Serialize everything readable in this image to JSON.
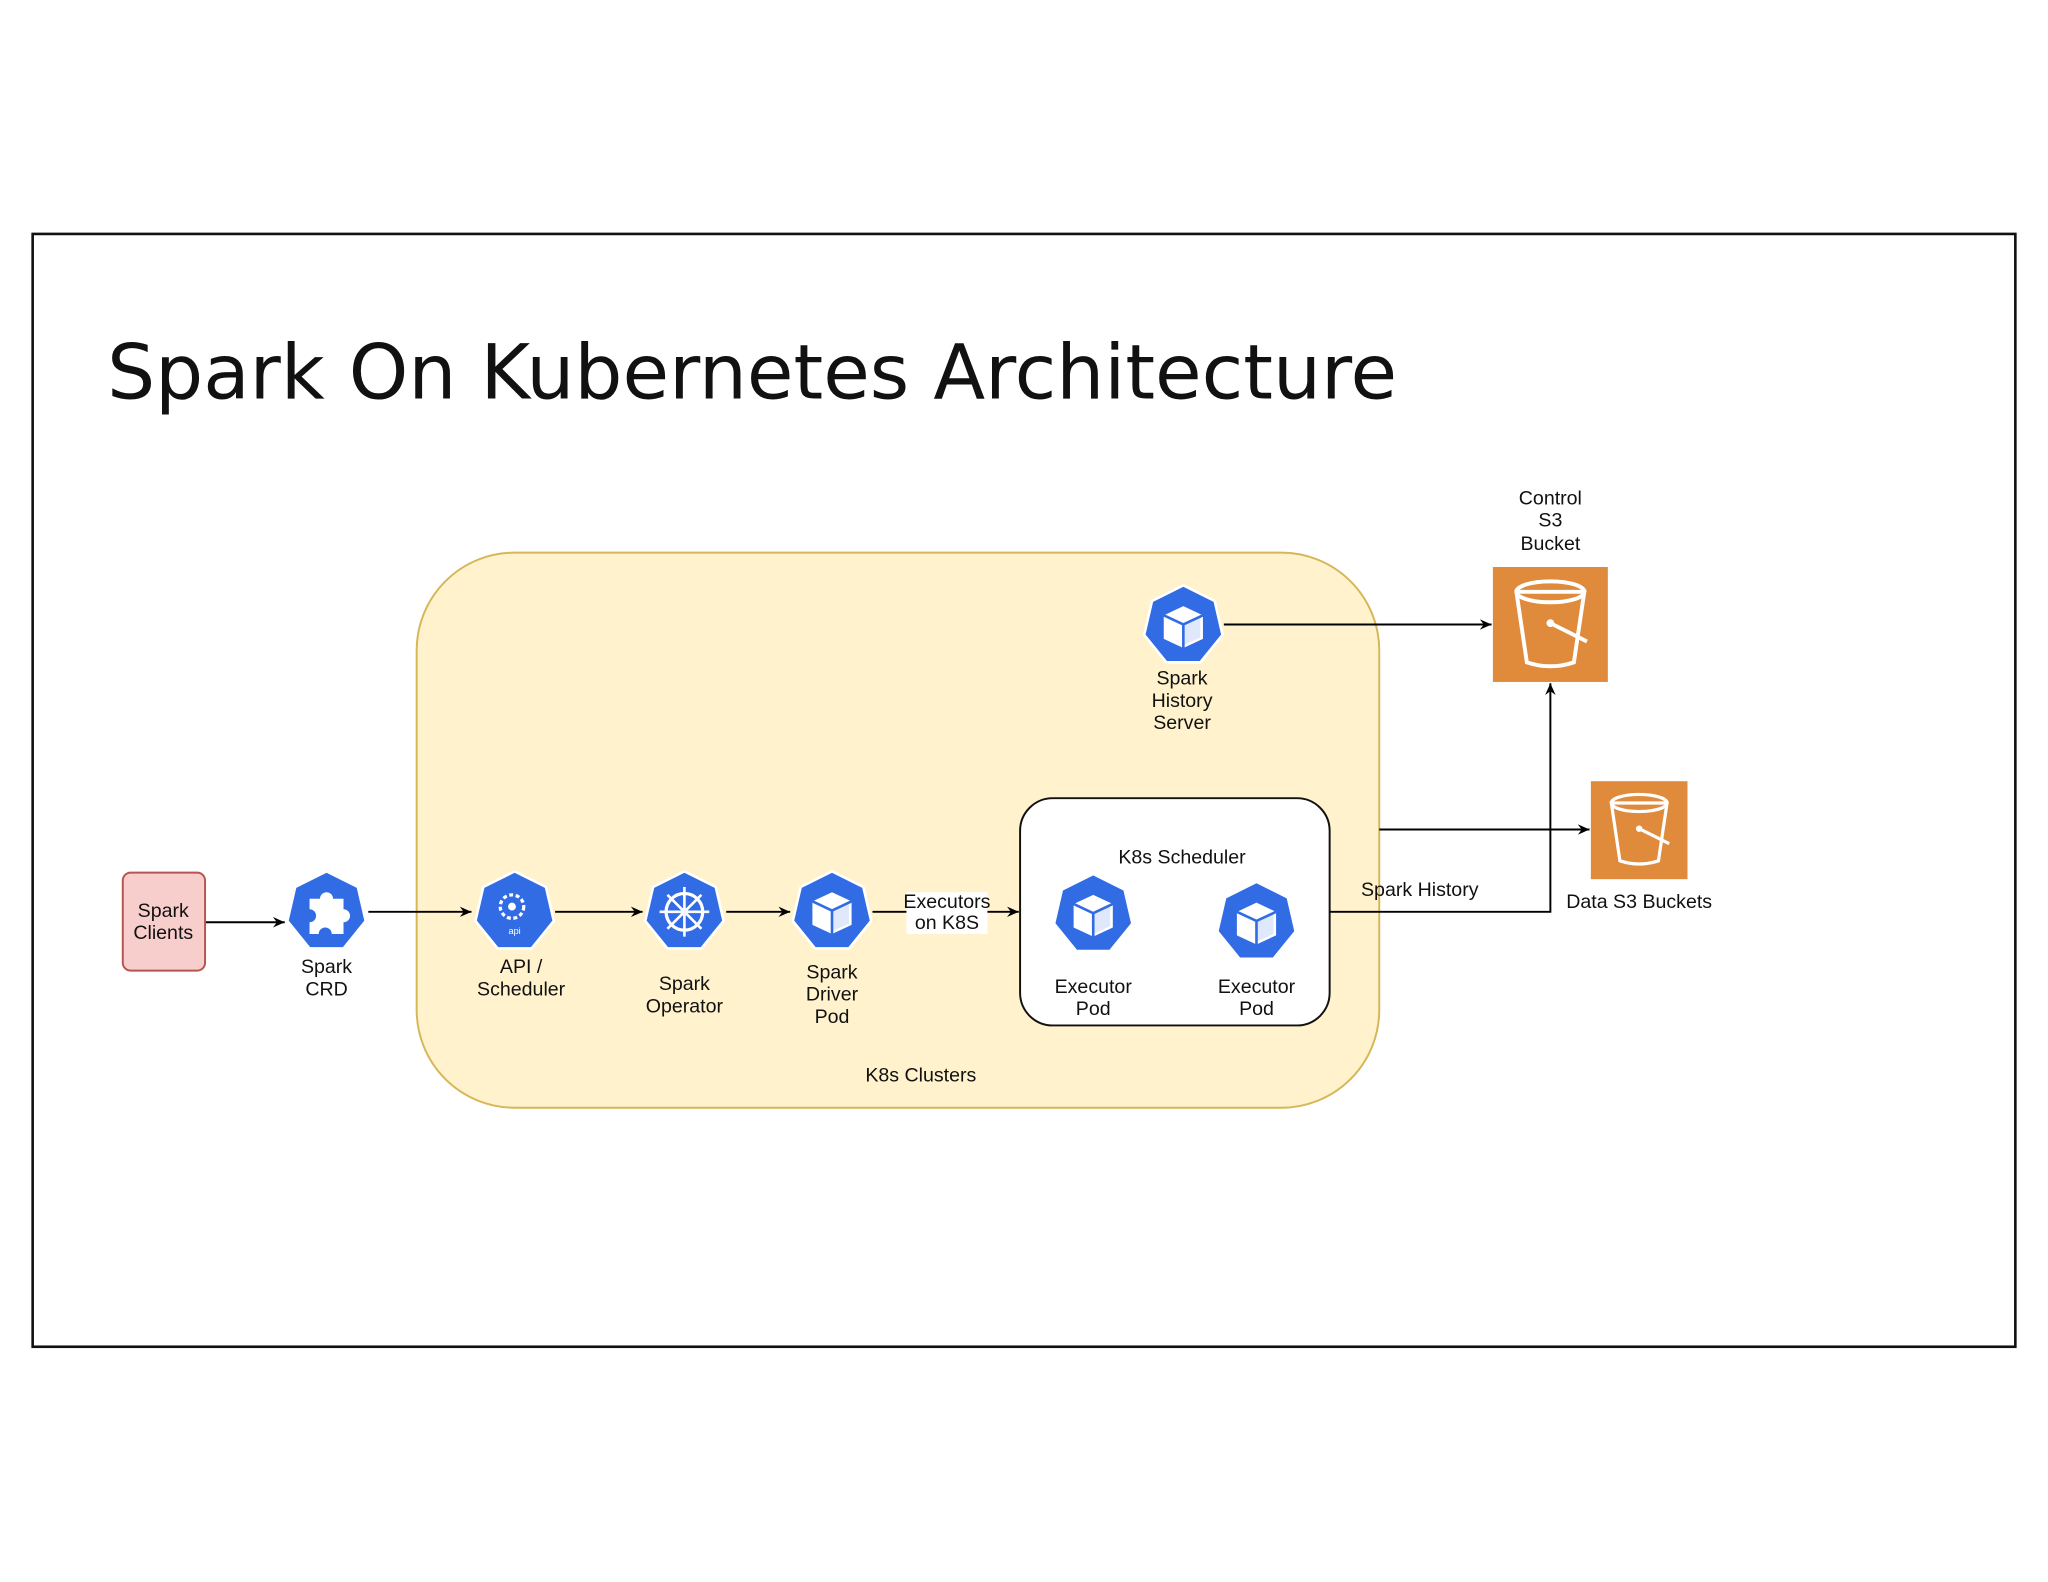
{
  "title": "Spark On Kubernetes Architecture",
  "nodes": {
    "spark_clients": [
      "Spark",
      "Clients"
    ],
    "spark_crd": [
      "Spark",
      "CRD"
    ],
    "api_scheduler": [
      "API /",
      "Scheduler"
    ],
    "api_badge": "api",
    "spark_operator": [
      "Spark",
      "Operator"
    ],
    "spark_driver_pod": [
      "Spark",
      "Driver",
      "Pod"
    ],
    "spark_history_server": [
      "Spark",
      "History",
      "Server"
    ],
    "k8s_scheduler": "K8s Scheduler",
    "executor_pod_1": [
      "Executor",
      "Pod"
    ],
    "executor_pod_2": [
      "Executor",
      "Pod"
    ],
    "k8s_clusters": "K8s Clusters",
    "control_s3_bucket": [
      "Control",
      "S3",
      "Bucket"
    ],
    "data_s3_buckets": "Data S3 Buckets"
  },
  "edges": {
    "executors_label": [
      "Executors",
      "on K8S"
    ],
    "spark_history_label": "Spark History"
  },
  "colors": {
    "cluster_fill": "#fff2cc",
    "cluster_stroke": "#d6b656",
    "client_fill": "#f8cecc",
    "client_stroke": "#b85450",
    "k8s_blue": "#326ce5",
    "s3_orange": "#e08a3c"
  }
}
